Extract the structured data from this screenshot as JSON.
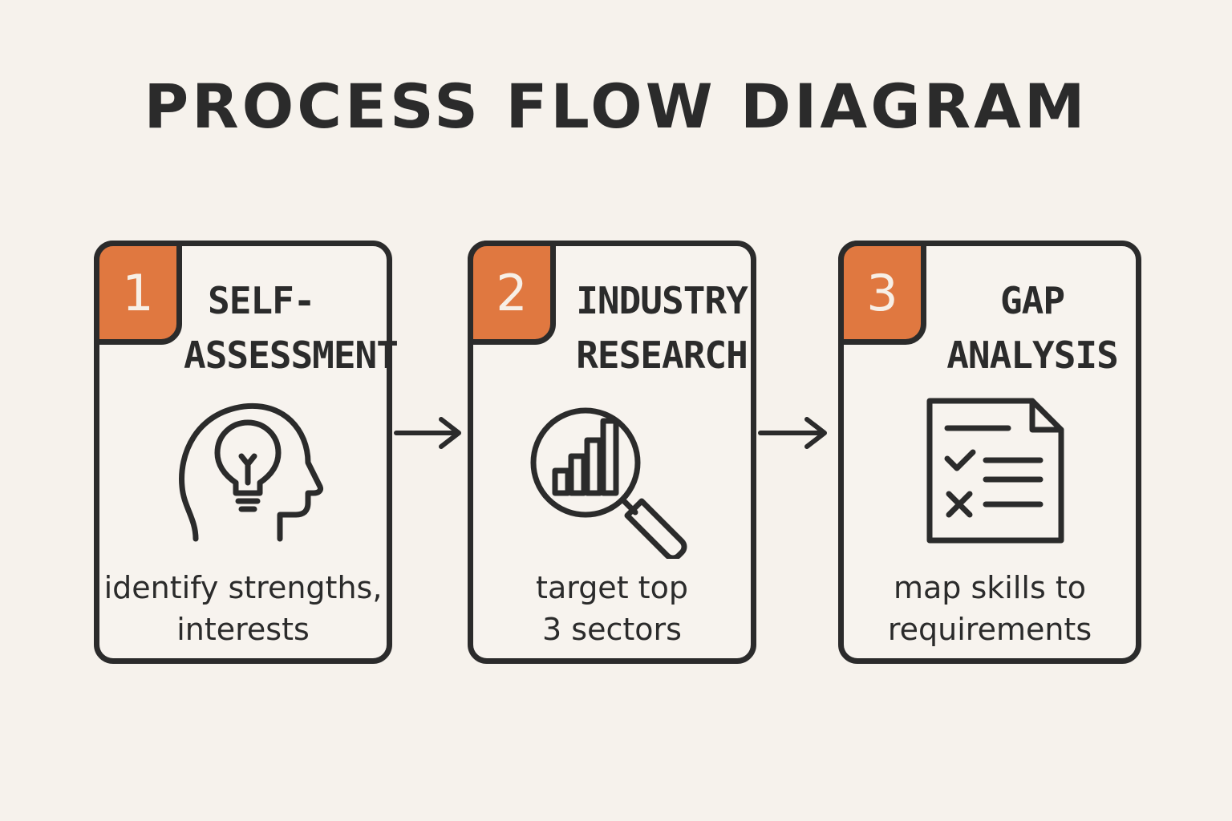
{
  "title": "PROCESS FLOW DIAGRAM",
  "colors": {
    "accent": "#e07840",
    "ink": "#2b2b2b",
    "background": "#f6f2ec"
  },
  "steps": [
    {
      "number": "1",
      "title_line1": "SELF-",
      "title_line2": "ASSESSMENT",
      "icon": "head-lightbulb-icon",
      "caption_line1": "identify strengths,",
      "caption_line2": "interests"
    },
    {
      "number": "2",
      "title_line1": "INDUSTRY",
      "title_line2": "RESEARCH",
      "icon": "magnifier-bar-chart-icon",
      "caption_line1": "target top",
      "caption_line2": "3 sectors"
    },
    {
      "number": "3",
      "title_line1": "GAP",
      "title_line2": "ANALYSIS",
      "icon": "checklist-document-icon",
      "caption_line1": "map skills to",
      "caption_line2": "requirements"
    }
  ],
  "arrows": [
    "arrow-right-icon",
    "arrow-right-icon"
  ]
}
